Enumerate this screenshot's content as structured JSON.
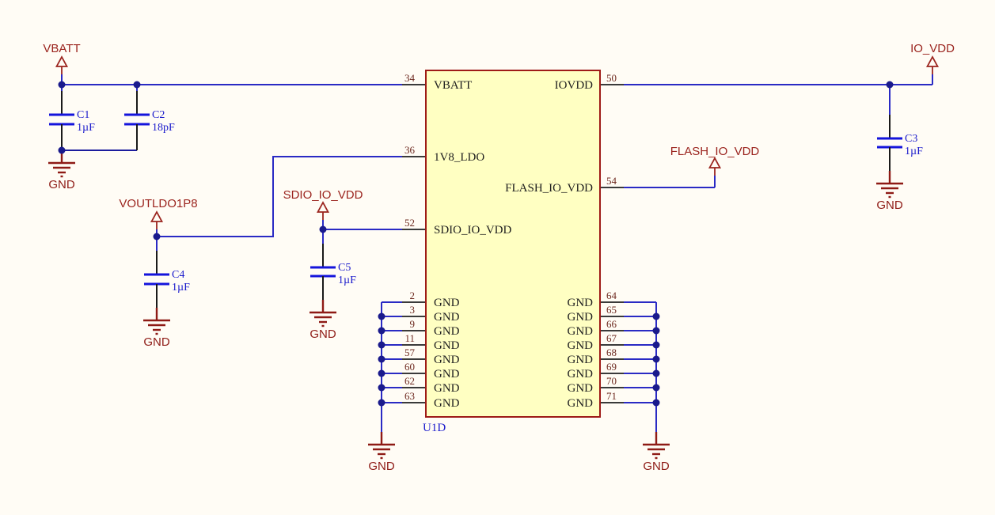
{
  "sheet": {
    "background_color": "#FFFCF5",
    "colors": {
      "wire": "#2A2AC4",
      "junction": "#1A1A8C",
      "component_body_fill": "#FFFFC2",
      "component_body_border": "#9E1B17",
      "power_symbol_red": "#9B241E",
      "gnd_symbol_red": "#8E1A15",
      "capacitor_blue": "#1414DC",
      "blue_text": "#1A1ACC",
      "pin_number_color": "#6E2A20",
      "pin_name_color": "#1E1E1E"
    }
  },
  "ic": {
    "designator": "U1D",
    "left_pins": [
      {
        "number": "34",
        "name": "VBATT"
      },
      {
        "number": "36",
        "name": "1V8_LDO"
      },
      {
        "number": "52",
        "name": "SDIO_IO_VDD"
      },
      {
        "number": "2",
        "name": "GND"
      },
      {
        "number": "3",
        "name": "GND"
      },
      {
        "number": "9",
        "name": "GND"
      },
      {
        "number": "11",
        "name": "GND"
      },
      {
        "number": "57",
        "name": "GND"
      },
      {
        "number": "60",
        "name": "GND"
      },
      {
        "number": "62",
        "name": "GND"
      },
      {
        "number": "63",
        "name": "GND"
      }
    ],
    "right_pins": [
      {
        "number": "50",
        "name": "IOVDD"
      },
      {
        "number": "54",
        "name": "FLASH_IO_VDD"
      },
      {
        "number": "64",
        "name": "GND"
      },
      {
        "number": "65",
        "name": "GND"
      },
      {
        "number": "66",
        "name": "GND"
      },
      {
        "number": "67",
        "name": "GND"
      },
      {
        "number": "68",
        "name": "GND"
      },
      {
        "number": "69",
        "name": "GND"
      },
      {
        "number": "70",
        "name": "GND"
      },
      {
        "number": "71",
        "name": "GND"
      }
    ]
  },
  "capacitors": [
    {
      "ref": "C1",
      "value": "1µF"
    },
    {
      "ref": "C2",
      "value": "18pF"
    },
    {
      "ref": "C3",
      "value": "1µF"
    },
    {
      "ref": "C4",
      "value": "1µF"
    },
    {
      "ref": "C5",
      "value": "1µF"
    }
  ],
  "power_ports": {
    "vbatt": "VBATT",
    "io_vdd": "IO_VDD",
    "flash_io_vdd": "FLASH_IO_VDD",
    "sdio_io_vdd": "SDIO_IO_VDD",
    "voutldo1p8": "VOUTLDO1P8",
    "gnd": "GND"
  }
}
